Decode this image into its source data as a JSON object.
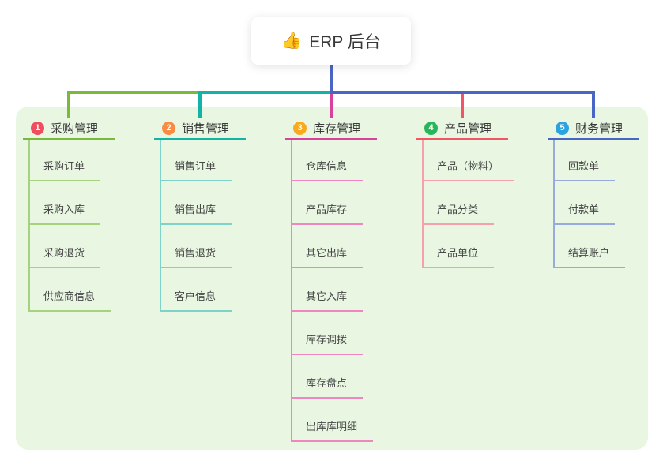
{
  "root": {
    "label": "ERP 后台",
    "icon_glyph": "👍"
  },
  "colors": {
    "panel_bg": "#e8f6e2",
    "root_connector": "#4a66c5",
    "card_bg": "#ffffff",
    "text_dark": "#3a3a3a"
  },
  "branches": [
    {
      "num": "1",
      "label": "采购管理",
      "badge_color": "#f04e5e",
      "line_color": "#79b93c",
      "child_line_color": "#a5d37d",
      "children": [
        "采购订单",
        "采购入库",
        "采购退货",
        "供应商信息"
      ]
    },
    {
      "num": "2",
      "label": "销售管理",
      "badge_color": "#f98b43",
      "line_color": "#12b5a5",
      "child_line_color": "#7fd2c8",
      "children": [
        "销售订单",
        "销售出库",
        "销售退货",
        "客户信息"
      ]
    },
    {
      "num": "3",
      "label": "库存管理",
      "badge_color": "#f9a91e",
      "line_color": "#d8429b",
      "child_line_color": "#ee86c0",
      "children": [
        "仓库信息",
        "产品库存",
        "其它出库",
        "其它入库",
        "库存调拨",
        "库存盘点",
        "出库库明细"
      ]
    },
    {
      "num": "4",
      "label": "产品管理",
      "badge_color": "#27b75a",
      "line_color": "#f25565",
      "child_line_color": "#f6a0ab",
      "children": [
        "产品（物料）",
        "产品分类",
        "产品单位"
      ]
    },
    {
      "num": "5",
      "label": "财务管理",
      "badge_color": "#2ba3de",
      "line_color": "#4a66c5",
      "child_line_color": "#97abe1",
      "children": [
        "回款单",
        "付款单",
        "结算账户"
      ]
    }
  ]
}
